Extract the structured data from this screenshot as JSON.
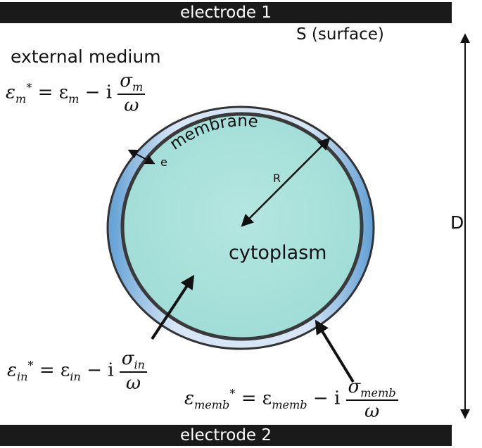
{
  "electrodes": {
    "top": "electrode 1",
    "bottom": "electrode 2"
  },
  "labels": {
    "surface": "S (surface)",
    "external_medium": "external medium",
    "membrane": "membrane",
    "cytoplasm": "cytoplasm",
    "radius": "R",
    "thickness": "e",
    "distance": "D"
  },
  "equations": {
    "medium": {
      "eps": "ε",
      "sub": "m",
      "rhs": "= ε",
      "rhs_sub": "m",
      "minus": " − i",
      "sigma": "σ",
      "sigma_sub": "m",
      "den": "ω"
    },
    "inner": {
      "eps": "ε",
      "sub": "in",
      "rhs": "= ε",
      "rhs_sub": "in",
      "minus": " − i",
      "sigma": "σ",
      "sigma_sub": "in",
      "den": "ω"
    },
    "memb": {
      "eps": "ε",
      "sub": "memb",
      "rhs": "= ε",
      "rhs_sub": "memb",
      "minus": " − i",
      "sigma": "σ",
      "sigma_sub": "memb",
      "den": "ω"
    }
  },
  "colors": {
    "electrode": "#1a1a1a",
    "cytoplasm": "#a9e1dc",
    "membrane": "#7fb2dc",
    "membrane_edge": "#3a3a3a"
  }
}
